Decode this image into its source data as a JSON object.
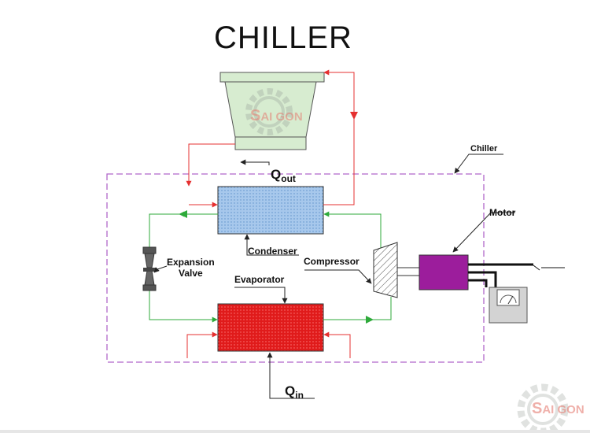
{
  "title": "CHILLER",
  "labels": {
    "chiller": "Chiller",
    "motor": "Motor",
    "condenser": "Condenser",
    "compressor": "Compressor",
    "expansion_line1": "Expansion",
    "expansion_line2": "Valve",
    "evaporator": "Evaporator"
  },
  "heat": {
    "q_out_main": "Q",
    "q_out_sub": "out",
    "q_in_main": "Q",
    "q_in_sub": "in"
  },
  "watermark": {
    "brand_s": "S",
    "brand_rest": "AI GON"
  },
  "colors": {
    "refrigerant_line": "#2eaa3a",
    "water_line": "#e53030",
    "condenser_fill": "#a7c8ec",
    "evaporator_fill": "#e01b1b",
    "motor_fill": "#9c1d9c",
    "cooling_tower_fill": "#d7ecd0",
    "boundary": "#b066c9"
  }
}
